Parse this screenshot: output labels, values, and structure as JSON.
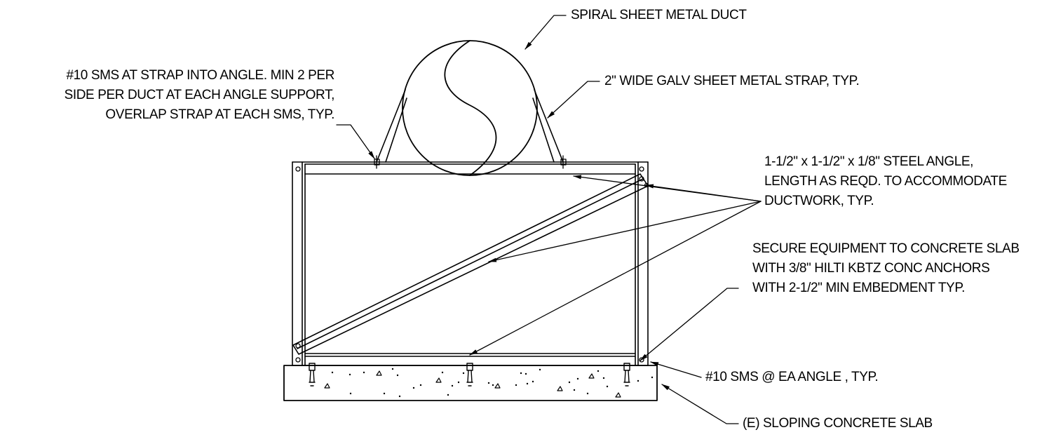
{
  "callouts": {
    "duct": [
      "SPIRAL SHEET METAL DUCT"
    ],
    "sms_strap": [
      "#10 SMS AT STRAP INTO ANGLE. MIN 2 PER",
      "SIDE PER DUCT AT EACH ANGLE SUPPORT,",
      "OVERLAP STRAP AT EACH SMS, TYP."
    ],
    "strap": [
      "2\" WIDE GALV SHEET METAL STRAP, TYP."
    ],
    "angle": [
      "1-1/2\" x 1-1/2\" x 1/8\" STEEL ANGLE,",
      "LENGTH AS REQD. TO ACCOMMODATE",
      "DUCTWORK, TYP."
    ],
    "anchors": [
      "SECURE EQUIPMENT TO CONCRETE SLAB",
      "WITH 3/8\" HILTI KBTZ CONC ANCHORS",
      "WITH 2-1/2\" MIN EMBEDMENT TYP."
    ],
    "sms_angle": [
      "#10 SMS @ EA ANGLE , TYP."
    ],
    "slab": [
      "(E) SLOPING CONCRETE SLAB"
    ]
  },
  "colors": {
    "line": "#000000",
    "background": "#ffffff"
  }
}
